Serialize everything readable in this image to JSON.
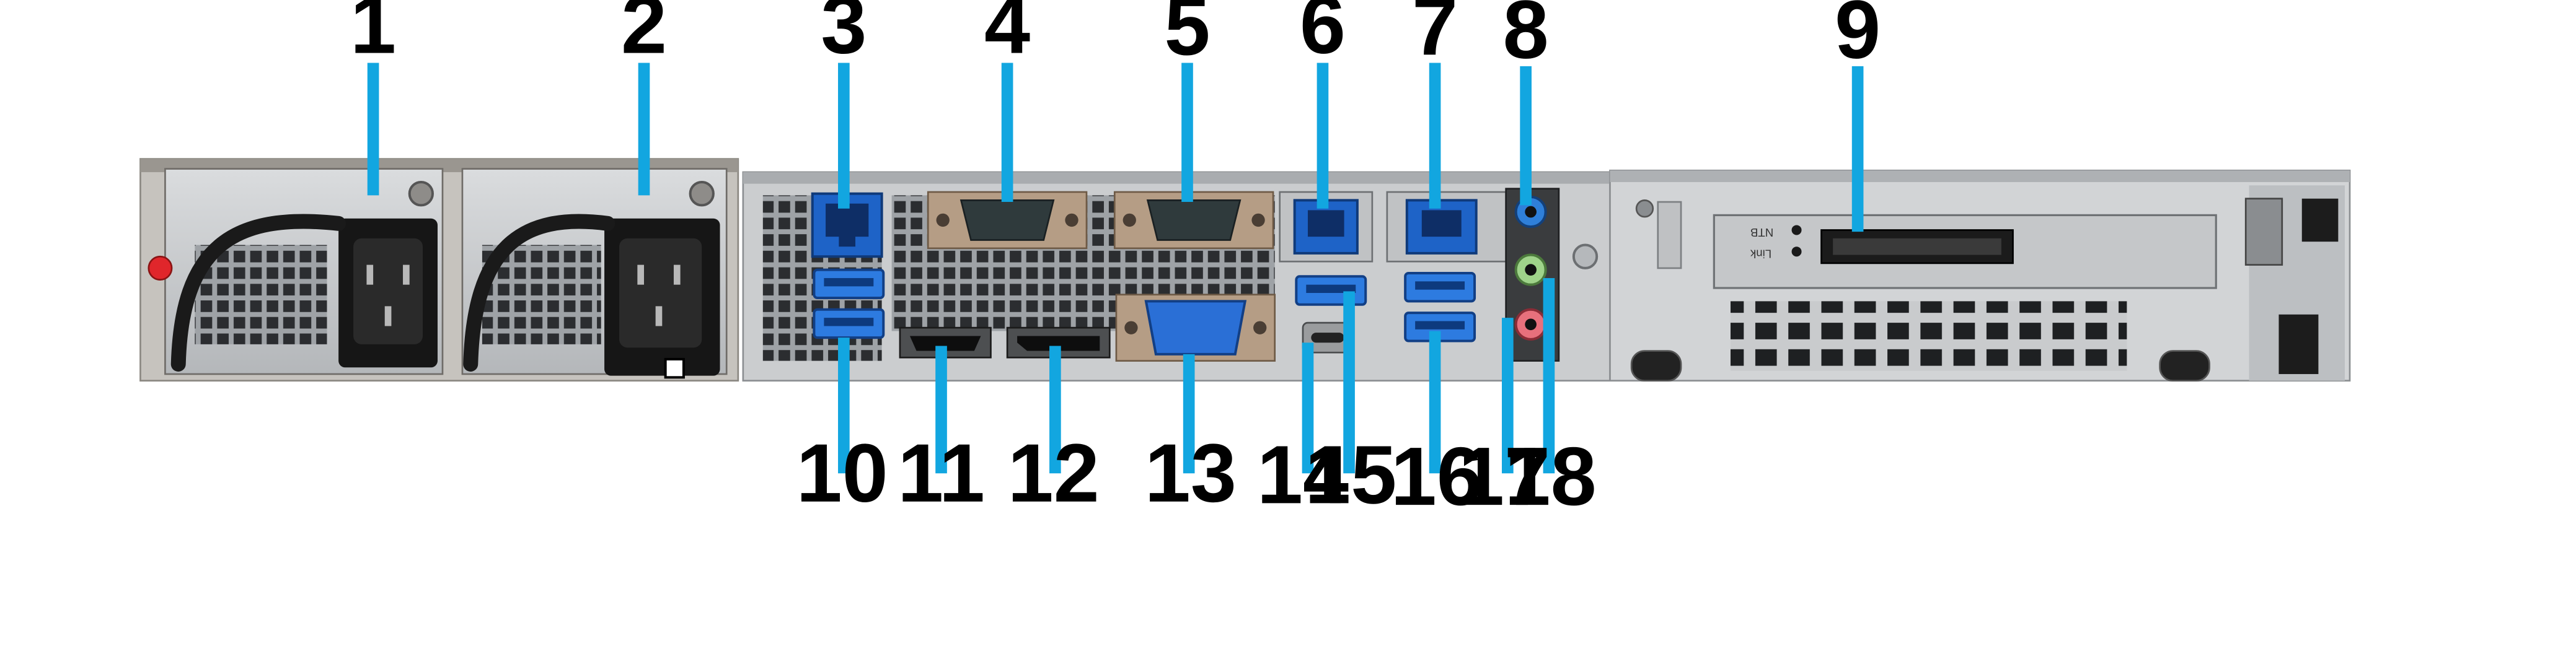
{
  "colors": {
    "leader": "#12a6e0",
    "chassis": "#c9cbcd",
    "vga_blue": "#2a6fd6",
    "rj45_blue": "#1e63c7",
    "usb3_blue": "#2d7be0",
    "audio_blue": "#2f7fd8",
    "audio_green": "#9fd38a",
    "audio_pink": "#e8707c",
    "power_button_red": "#e0262b"
  },
  "rear_panel_text": {
    "pcie_led_top": "NTB",
    "pcie_led_bottom": "Link"
  },
  "callouts": {
    "c1": "1",
    "c2": "2",
    "c3": "3",
    "c4": "4",
    "c5": "5",
    "c6": "6",
    "c7": "7",
    "c8": "8",
    "c9": "9",
    "c10": "10",
    "c11": "11",
    "c12": "12",
    "c13": "13",
    "c14": "14",
    "c15": "15",
    "c16": "16",
    "c17": "17",
    "c18": "18"
  }
}
